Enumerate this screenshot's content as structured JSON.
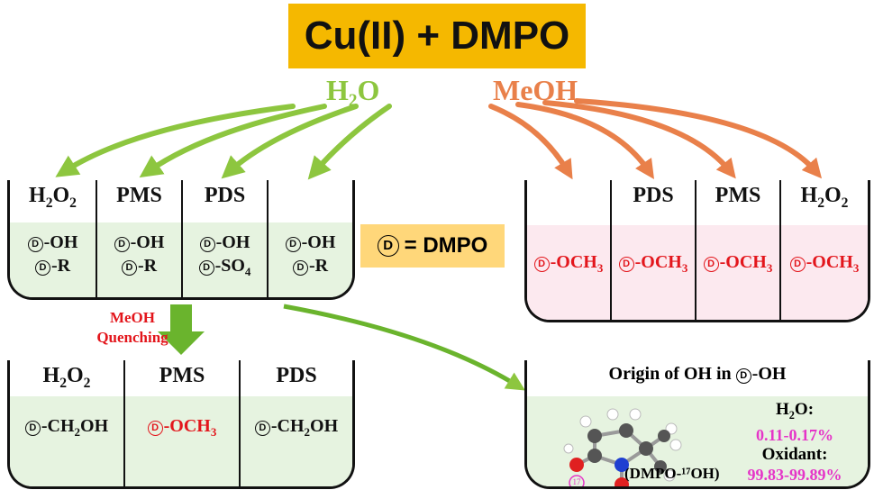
{
  "title": "Cu(II) + DMPO",
  "solvents": {
    "water": "H₂O",
    "methanol": "MeOH"
  },
  "legend": {
    "symbol": "D",
    "text": "= DMPO"
  },
  "quenching": {
    "line1": "MeOH",
    "line2": "Quenching"
  },
  "water_beaker": {
    "columns": [
      {
        "header": "H₂O₂",
        "species": [
          "-OH",
          "-R"
        ]
      },
      {
        "header": "PMS",
        "species": [
          "-OH",
          "-R"
        ]
      },
      {
        "header": "PDS",
        "species": [
          "-OH",
          "-SO₄"
        ]
      },
      {
        "header": "",
        "species": [
          "-OH",
          "-R"
        ]
      }
    ]
  },
  "methanol_beaker": {
    "columns": [
      {
        "header": "",
        "species": "-OCH₃"
      },
      {
        "header": "PDS",
        "species": "-OCH₃"
      },
      {
        "header": "PMS",
        "species": "-OCH₃"
      },
      {
        "header": "H₂O₂",
        "species": "-OCH₃"
      }
    ]
  },
  "quenched_beaker": {
    "columns": [
      {
        "header": "H₂O₂",
        "species": "-CH₂OH"
      },
      {
        "header": "PMS",
        "species": "-OCH₃"
      },
      {
        "header": "PDS",
        "species": "-CH₂OH"
      }
    ]
  },
  "origin_panel": {
    "title_prefix": "Origin of OH in",
    "title_suffix": "-OH",
    "label_17": "17",
    "molecule_label": "(DMPO-¹⁷OH)",
    "water_label": "H₂O:",
    "water_value": "0.11-0.17%",
    "oxidant_label": "Oxidant:",
    "oxidant_value": "99.83-99.89%"
  },
  "colors": {
    "title_bg": "#f5b800",
    "legend_bg": "#ffd77a",
    "water": "#8dc63f",
    "methanol": "#e9804a",
    "beaker_green": "#e6f3e0",
    "beaker_pink": "#fce9ef",
    "red_text": "#e3161c",
    "magenta_text": "#e535c8"
  }
}
